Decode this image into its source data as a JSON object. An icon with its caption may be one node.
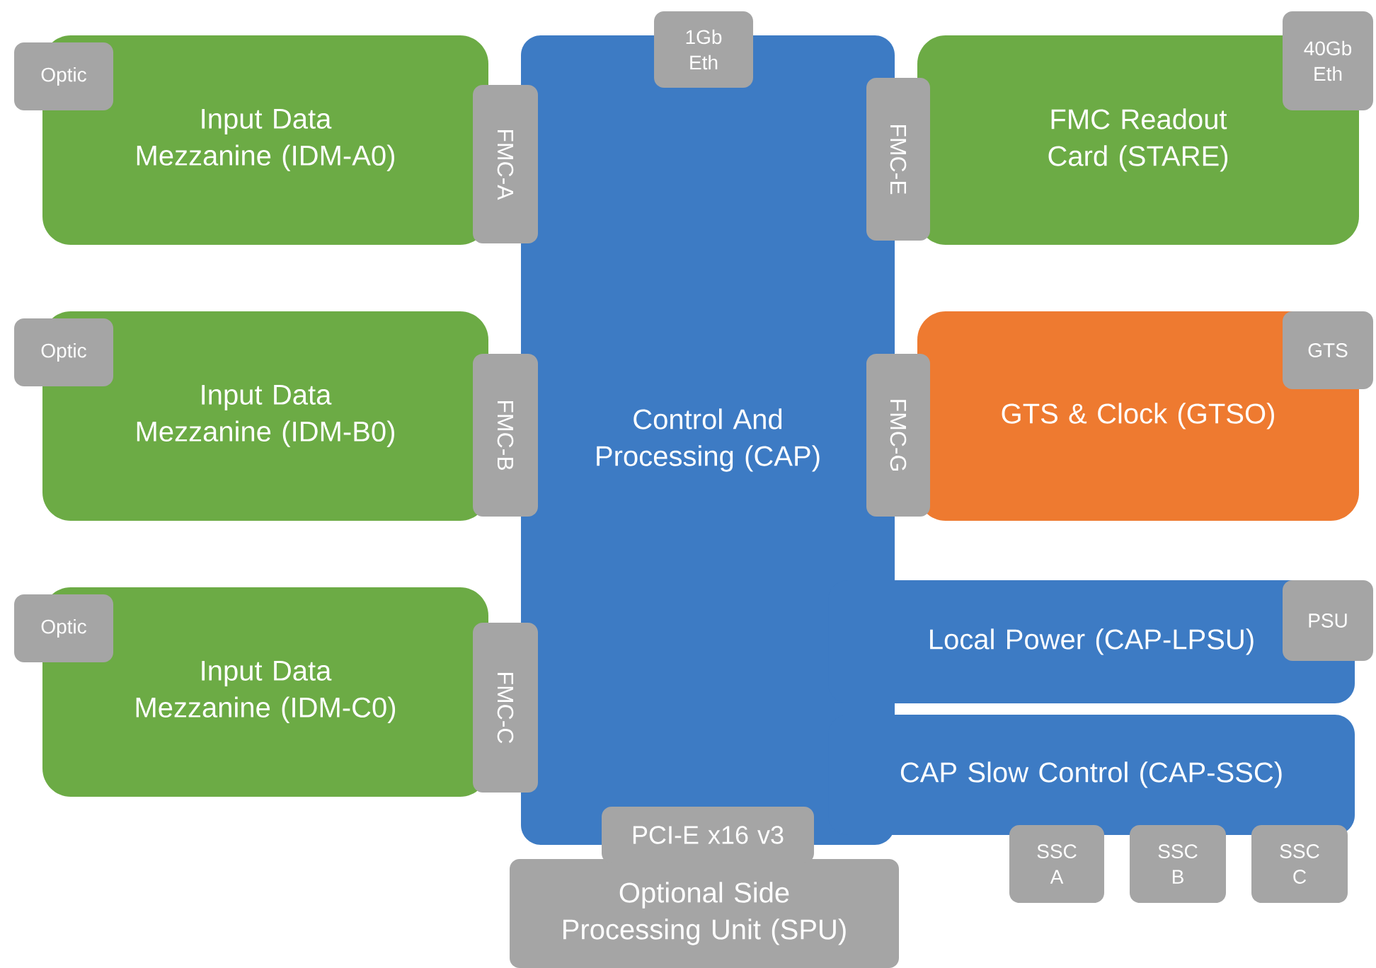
{
  "diagram": {
    "nodes": [
      {
        "text": [
          "Input Data Mezzanine (IDM-A0)"
        ]
      },
      {
        "text": [
          "Optic"
        ]
      },
      {
        "text": [
          "FMC-A"
        ]
      },
      {
        "text": [
          "Control And Processing (CAP)"
        ]
      },
      {
        "text": [
          "1Gb Eth"
        ]
      },
      {
        "text": [
          "FMC Readout Card (STARE)"
        ]
      },
      {
        "text": [
          "FMC-E"
        ]
      },
      {
        "text": [
          "40Gb Eth"
        ]
      },
      {
        "text": [
          "Input Data Mezzanine (IDM-B0)"
        ]
      },
      {
        "text": [
          "Optic"
        ]
      },
      {
        "text": [
          "FMC-B"
        ]
      },
      {
        "text": [
          "GTS & Clock (GTSO)"
        ]
      },
      {
        "text": [
          "FMC-G"
        ]
      },
      {
        "text": [
          "GTS"
        ]
      },
      {
        "text": [
          "Input Data Mezzanine (IDM-C0)"
        ]
      },
      {
        "text": [
          "Optic"
        ]
      },
      {
        "text": [
          "FMC-C"
        ]
      },
      {
        "text": [
          "Local Power (CAP-LPSU)"
        ]
      },
      {
        "text": [
          "PSU"
        ]
      },
      {
        "text": [
          "CAP Slow Control (CAP-SSC)"
        ]
      },
      {
        "text": [
          "PCI-E x16 v3"
        ]
      },
      {
        "text": [
          "Optional Side Processing Unit (SPU)"
        ]
      },
      {
        "text": [
          "SSC A"
        ]
      },
      {
        "text": [
          "SSC B"
        ]
      },
      {
        "text": [
          "SSC C"
        ]
      }
    ]
  }
}
